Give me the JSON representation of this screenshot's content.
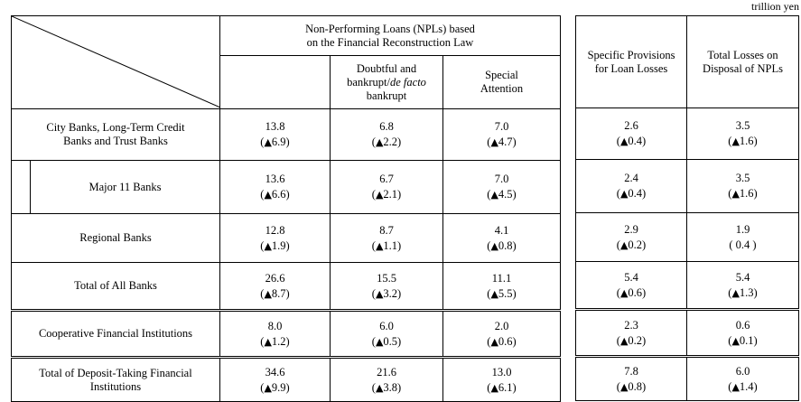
{
  "units_caption": "trillion yen",
  "headers": {
    "npl_group": "Non-Performing Loans (NPLs) based on the Financial Reconstruction Law",
    "npl_group_line1": "Non-Performing Loans (NPLs) based",
    "npl_group_line2": "on the Financial Reconstruction Law",
    "npl_total": "",
    "doubtful_line1": "Doubtful and",
    "doubtful_line2a": "bankrupt/",
    "doubtful_line2b": "de facto",
    "doubtful_line3": "bankrupt",
    "special_line1": "Special",
    "special_line2": "Attention",
    "provisions_line1": "Specific Provisions",
    "provisions_line2": "for Loan Losses",
    "losses_line1": "Total Losses on",
    "losses_line2": "Disposal of NPLs"
  },
  "rows": [
    {
      "label_line1": "City Banks, Long-Term Credit",
      "label_line2": "Banks and Trust Banks",
      "indent": false,
      "thick_top": false,
      "npl_total": {
        "value": "13.8",
        "delta": "6.9",
        "negative": true
      },
      "doubtful": {
        "value": "6.8",
        "delta": "2.2",
        "negative": true
      },
      "special": {
        "value": "7.0",
        "delta": "4.7",
        "negative": true
      },
      "provisions": {
        "value": "2.6",
        "delta": "0.4",
        "negative": true
      },
      "losses": {
        "value": "3.5",
        "delta": "1.6",
        "negative": true
      }
    },
    {
      "label_line1": "Major 11 Banks",
      "label_line2": "",
      "indent": true,
      "thick_top": false,
      "npl_total": {
        "value": "13.6",
        "delta": "6.6",
        "negative": true
      },
      "doubtful": {
        "value": "6.7",
        "delta": "2.1",
        "negative": true
      },
      "special": {
        "value": "7.0",
        "delta": "4.5",
        "negative": true
      },
      "provisions": {
        "value": "2.4",
        "delta": "0.4",
        "negative": true
      },
      "losses": {
        "value": "3.5",
        "delta": "1.6",
        "negative": true
      }
    },
    {
      "label_line1": "Regional Banks",
      "label_line2": "",
      "indent": false,
      "thick_top": false,
      "npl_total": {
        "value": "12.8",
        "delta": "1.9",
        "negative": true
      },
      "doubtful": {
        "value": "8.7",
        "delta": "1.1",
        "negative": true
      },
      "special": {
        "value": "4.1",
        "delta": "0.8",
        "negative": true
      },
      "provisions": {
        "value": "2.9",
        "delta": "0.2",
        "negative": true
      },
      "losses": {
        "value": "1.9",
        "delta": "0.4",
        "negative": false
      }
    },
    {
      "label_line1": "Total of All Banks",
      "label_line2": "",
      "indent": false,
      "thick_top": false,
      "npl_total": {
        "value": "26.6",
        "delta": "8.7",
        "negative": true
      },
      "doubtful": {
        "value": "15.5",
        "delta": "3.2",
        "negative": true
      },
      "special": {
        "value": "11.1",
        "delta": "5.5",
        "negative": true
      },
      "provisions": {
        "value": "5.4",
        "delta": "0.6",
        "negative": true
      },
      "losses": {
        "value": "5.4",
        "delta": "1.3",
        "negative": true
      }
    },
    {
      "label_line1": "Cooperative Financial Institutions",
      "label_line2": "",
      "indent": false,
      "thick_top": true,
      "npl_total": {
        "value": "8.0",
        "delta": "1.2",
        "negative": true
      },
      "doubtful": {
        "value": "6.0",
        "delta": "0.5",
        "negative": true
      },
      "special": {
        "value": "2.0",
        "delta": "0.6",
        "negative": true
      },
      "provisions": {
        "value": "2.3",
        "delta": "0.2",
        "negative": true
      },
      "losses": {
        "value": "0.6",
        "delta": "0.1",
        "negative": true
      }
    },
    {
      "label_line1": "Total of Deposit-Taking Financial",
      "label_line2": "Institutions",
      "indent": false,
      "thick_top": true,
      "npl_total": {
        "value": "34.6",
        "delta": "9.9",
        "negative": true
      },
      "doubtful": {
        "value": "21.6",
        "delta": "3.8",
        "negative": true
      },
      "special": {
        "value": "13.0",
        "delta": "6.1",
        "negative": true
      },
      "provisions": {
        "value": "7.8",
        "delta": "0.8",
        "negative": true
      },
      "losses": {
        "value": "6.0",
        "delta": "1.4",
        "negative": true
      }
    }
  ],
  "symbols": {
    "decrease_triangle": "▲",
    "paren_open": "(",
    "paren_close": ")"
  }
}
